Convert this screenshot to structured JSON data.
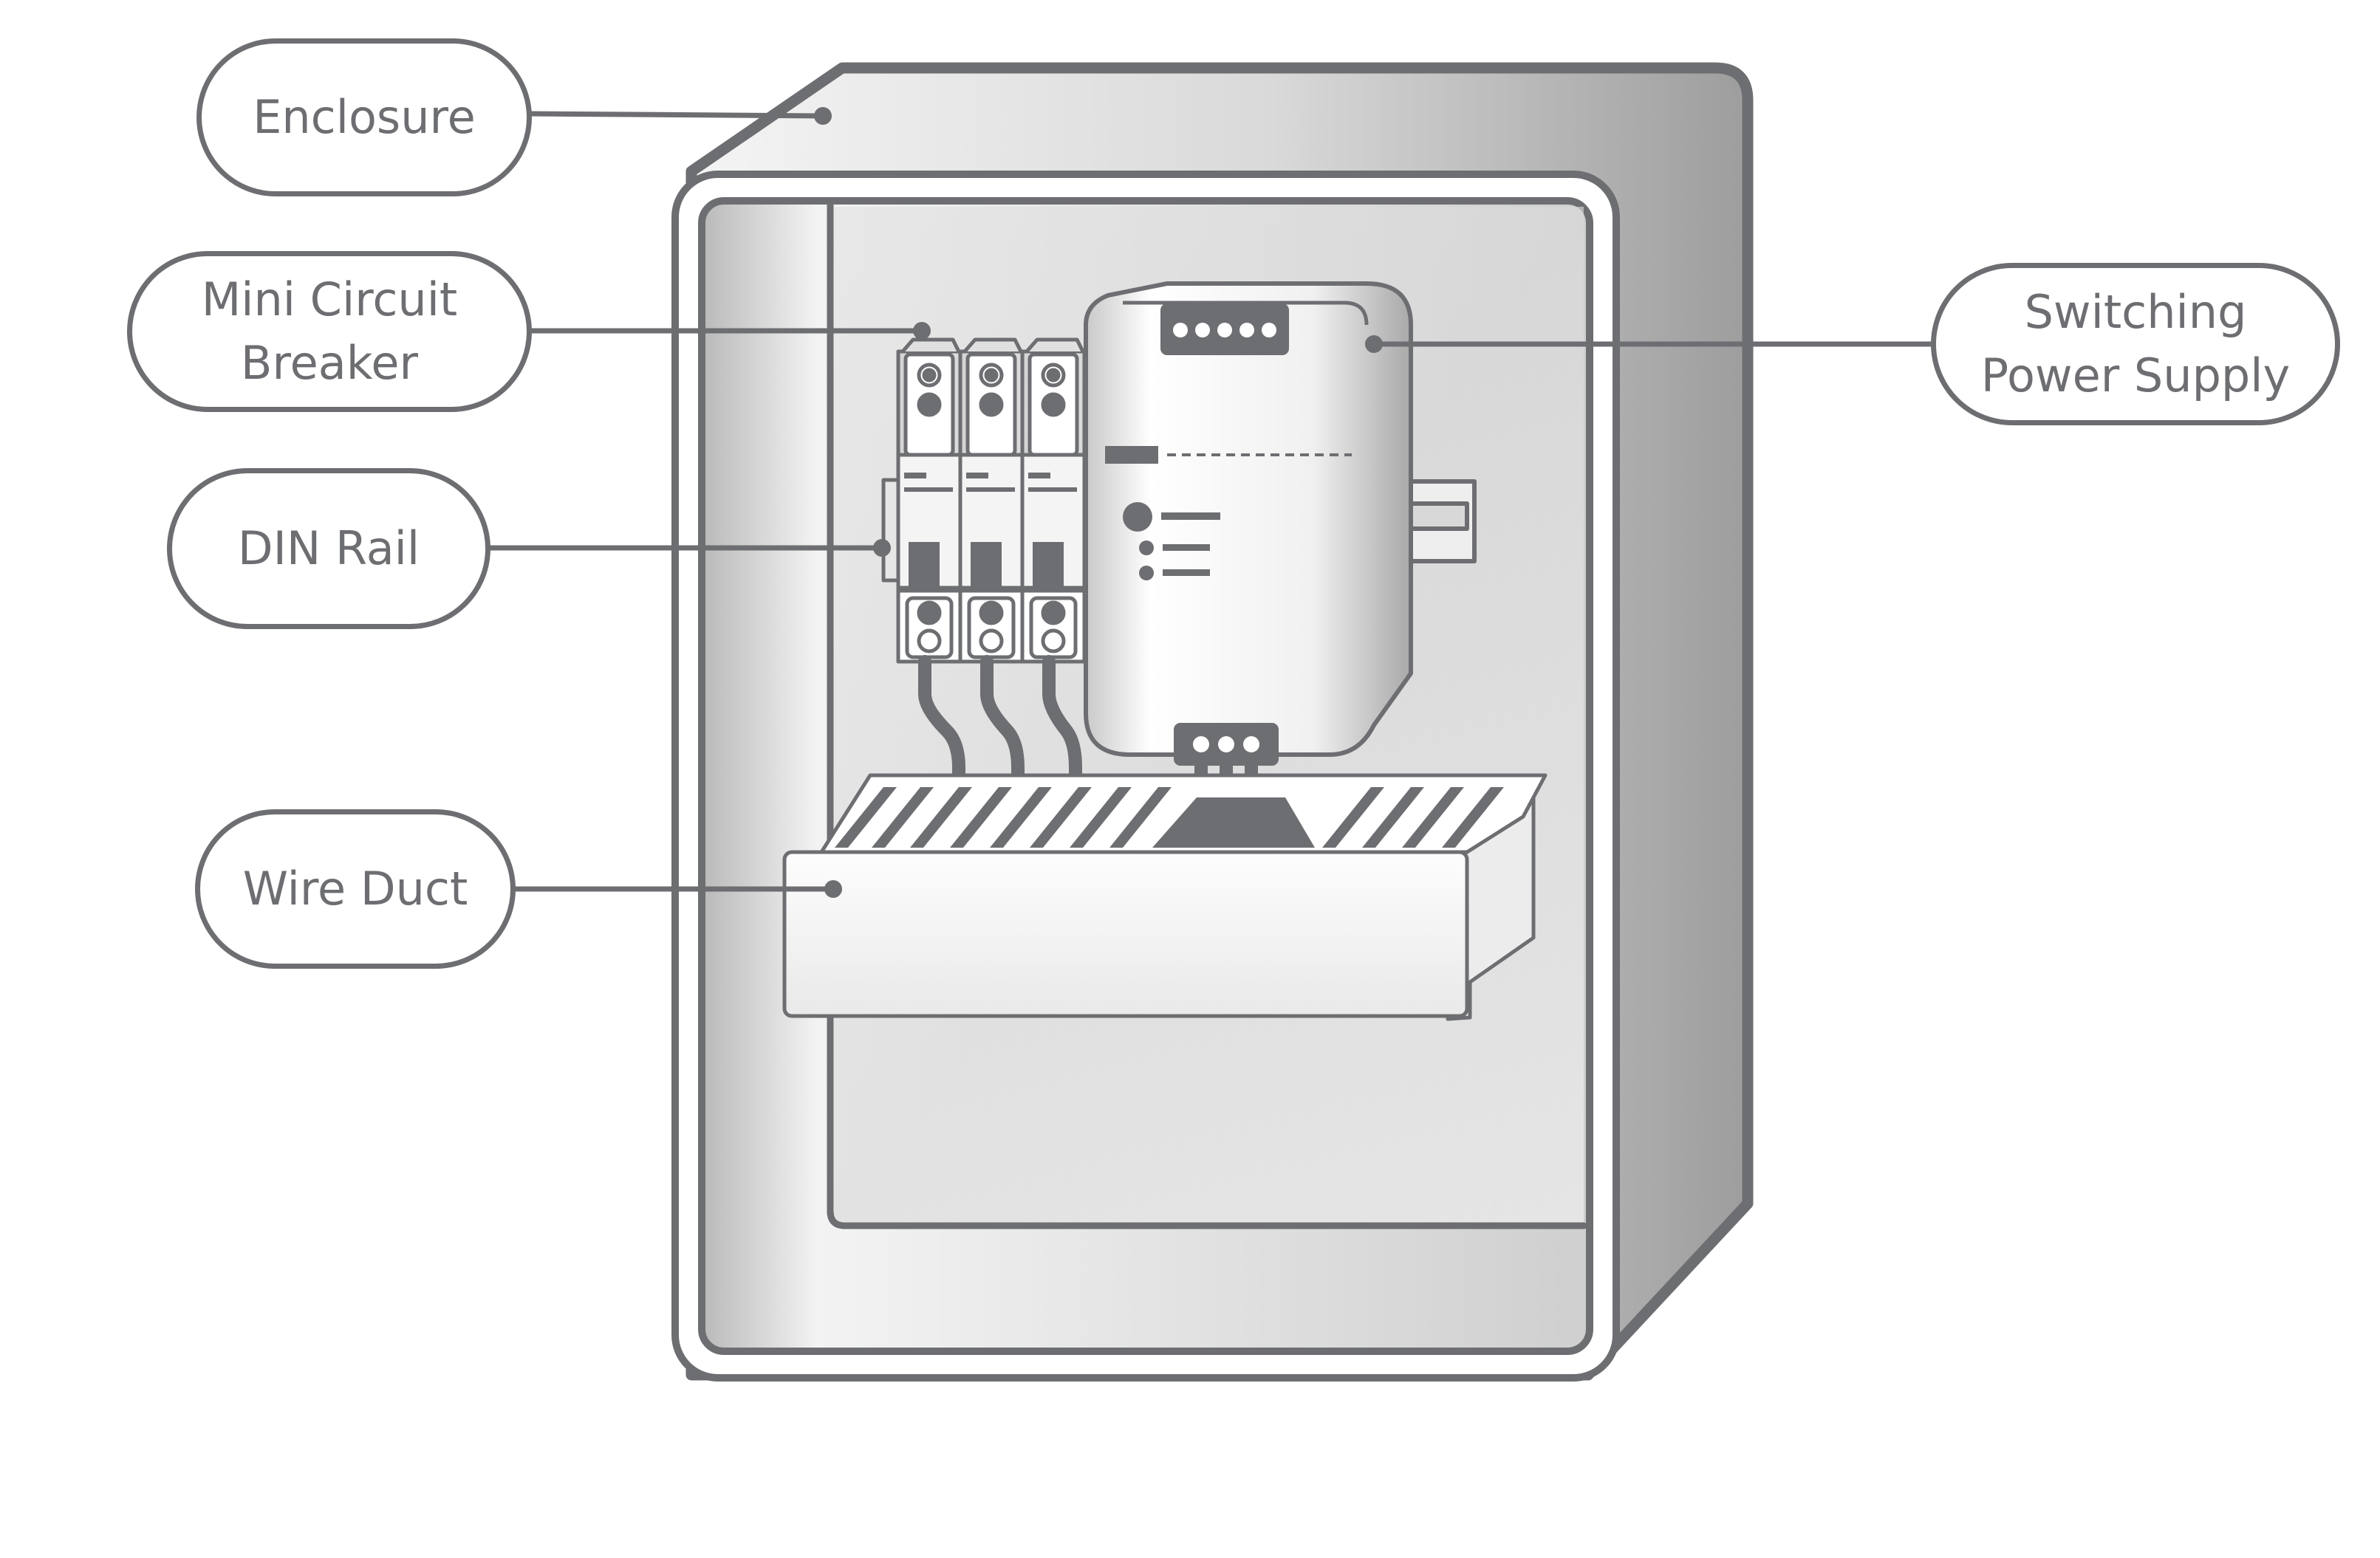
{
  "labels": {
    "enclosure": "Enclosure",
    "mini_circuit_breaker": [
      "Mini Circuit",
      "Breaker"
    ],
    "din_rail": "DIN Rail",
    "wire_duct": "Wire Duct",
    "switching_power_supply": [
      "Switching",
      "Power Supply"
    ]
  },
  "colors": {
    "outline": "#6d6e71",
    "background": "#ffffff",
    "panel_light": "#f2f2f2",
    "panel_dark": "#bdbdbd"
  }
}
